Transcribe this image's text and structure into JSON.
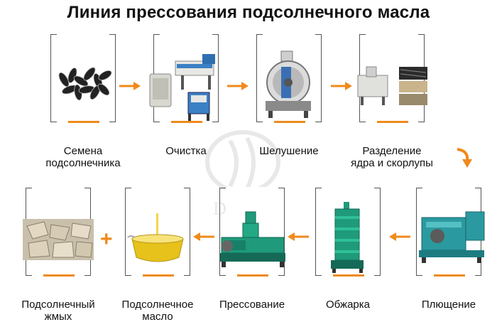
{
  "title": "Линия прессования подсолнечного масла",
  "watermark": "DOING",
  "colors": {
    "accent": "#f08a1c",
    "machine_green": "#1f9a7a",
    "machine_blue": "#3b7fc4",
    "oil": "#e6c21a"
  },
  "top_row": [
    {
      "label_1": "Семена",
      "label_2": "подсолнечника",
      "icon": "sunflower-seeds"
    },
    {
      "label_1": "Очистка",
      "label_2": "",
      "icon": "cleaning-machine"
    },
    {
      "label_1": "Шелушение",
      "label_2": "",
      "icon": "dehulling-machine"
    },
    {
      "label_1": "Разделение",
      "label_2": "ядра и скорлупы",
      "icon": "separator-machine"
    }
  ],
  "bottom_row": [
    {
      "label_1": "Подсолнечный",
      "label_2": "жмых",
      "icon": "oil-cake"
    },
    {
      "label_1": "Подсолнечное",
      "label_2": "масло",
      "icon": "oil-bowl"
    },
    {
      "label_1": "Прессование",
      "label_2": "",
      "icon": "oil-press"
    },
    {
      "label_1": "Обжарка",
      "label_2": "",
      "icon": "roaster"
    },
    {
      "label_1": "Плющение",
      "label_2": "",
      "icon": "flaking-mill"
    }
  ],
  "plus_sign": "+"
}
